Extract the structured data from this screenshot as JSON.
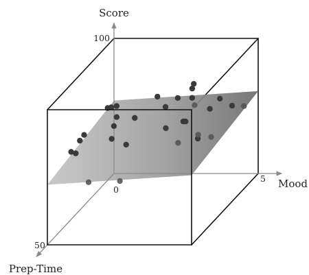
{
  "chart_data": {
    "type": "scatter",
    "axes": {
      "x": {
        "label": "Mood",
        "min": 0,
        "max": 5,
        "min_label": "0",
        "max_label": "5"
      },
      "y": {
        "label": "Prep-Time",
        "min": 0,
        "max": 50,
        "max_label": "50"
      },
      "z": {
        "label": "Score",
        "min": 0,
        "max": 100,
        "max_label": "100"
      }
    },
    "grid": false,
    "bounding_box": true,
    "regression_plane": {
      "z_at_origin": 54,
      "slope_mood": 1.4,
      "slope_prep": -0.19
    },
    "points": [
      {
        "mood": 0.72,
        "prep": 41.2,
        "score": 67.8
      },
      {
        "mood": 1.83,
        "prep": 37.6,
        "score": 81.5
      },
      {
        "mood": 3.12,
        "prep": 8.9,
        "score": 65.4
      },
      {
        "mood": 2.35,
        "prep": 12.2,
        "score": 62.1
      },
      {
        "mood": 0.95,
        "prep": 25.3,
        "score": 75.2
      },
      {
        "mood": 1.38,
        "prep": 31.6,
        "score": 59.0
      },
      {
        "mood": 3.02,
        "prep": 4.8,
        "score": 55.7
      },
      {
        "mood": 0.4,
        "prep": 31.1,
        "score": 61.4
      },
      {
        "mood": 3.95,
        "prep": 33.5,
        "score": 73.9
      },
      {
        "mood": 1.22,
        "prep": 45.5,
        "score": 41.6
      },
      {
        "mood": 0.31,
        "prep": 35.4,
        "score": 52.3
      },
      {
        "mood": 3.37,
        "prep": 24.8,
        "score": 48.9
      },
      {
        "mood": 2.38,
        "prep": 47.1,
        "score": 44.2
      },
      {
        "mood": 4.2,
        "prep": 28.0,
        "score": 55.4
      },
      {
        "mood": 2.5,
        "prep": 21.5,
        "score": 79.6
      },
      {
        "mood": 4.72,
        "prep": 4.6,
        "score": 54.8
      },
      {
        "mood": 3.63,
        "prep": 24.9,
        "score": 64.8
      },
      {
        "mood": 4.85,
        "prep": 16.4,
        "score": 67.5
      },
      {
        "mood": 1.55,
        "prep": 33.6,
        "score": 70.6
      },
      {
        "mood": 4.55,
        "prep": 25.5,
        "score": 54.0
      },
      {
        "mood": 2.73,
        "prep": 20.2,
        "score": 54.9
      },
      {
        "mood": 0.6,
        "prep": 15.0,
        "score": 64.8
      },
      {
        "mood": 3.84,
        "prep": 11.2,
        "score": 59.7
      },
      {
        "mood": 2.8,
        "prep": 1.9,
        "score": 64.9
      },
      {
        "mood": 2.05,
        "prep": 28.8,
        "score": 71.5
      },
      {
        "mood": 1.95,
        "prep": 33.1,
        "score": 56.3
      },
      {
        "mood": 1.05,
        "prep": 20.7,
        "score": 71.8
      },
      {
        "mood": 0.58,
        "prep": 44.7,
        "score": 63.2
      },
      {
        "mood": 2.65,
        "prep": 9.5,
        "score": 65.9
      },
      {
        "mood": 2.98,
        "prep": 4.6,
        "score": 71.2
      },
      {
        "mood": 3.82,
        "prep": 19.5,
        "score": 49.3
      },
      {
        "mood": 4.05,
        "prep": 8.2,
        "score": 64.1
      }
    ]
  }
}
